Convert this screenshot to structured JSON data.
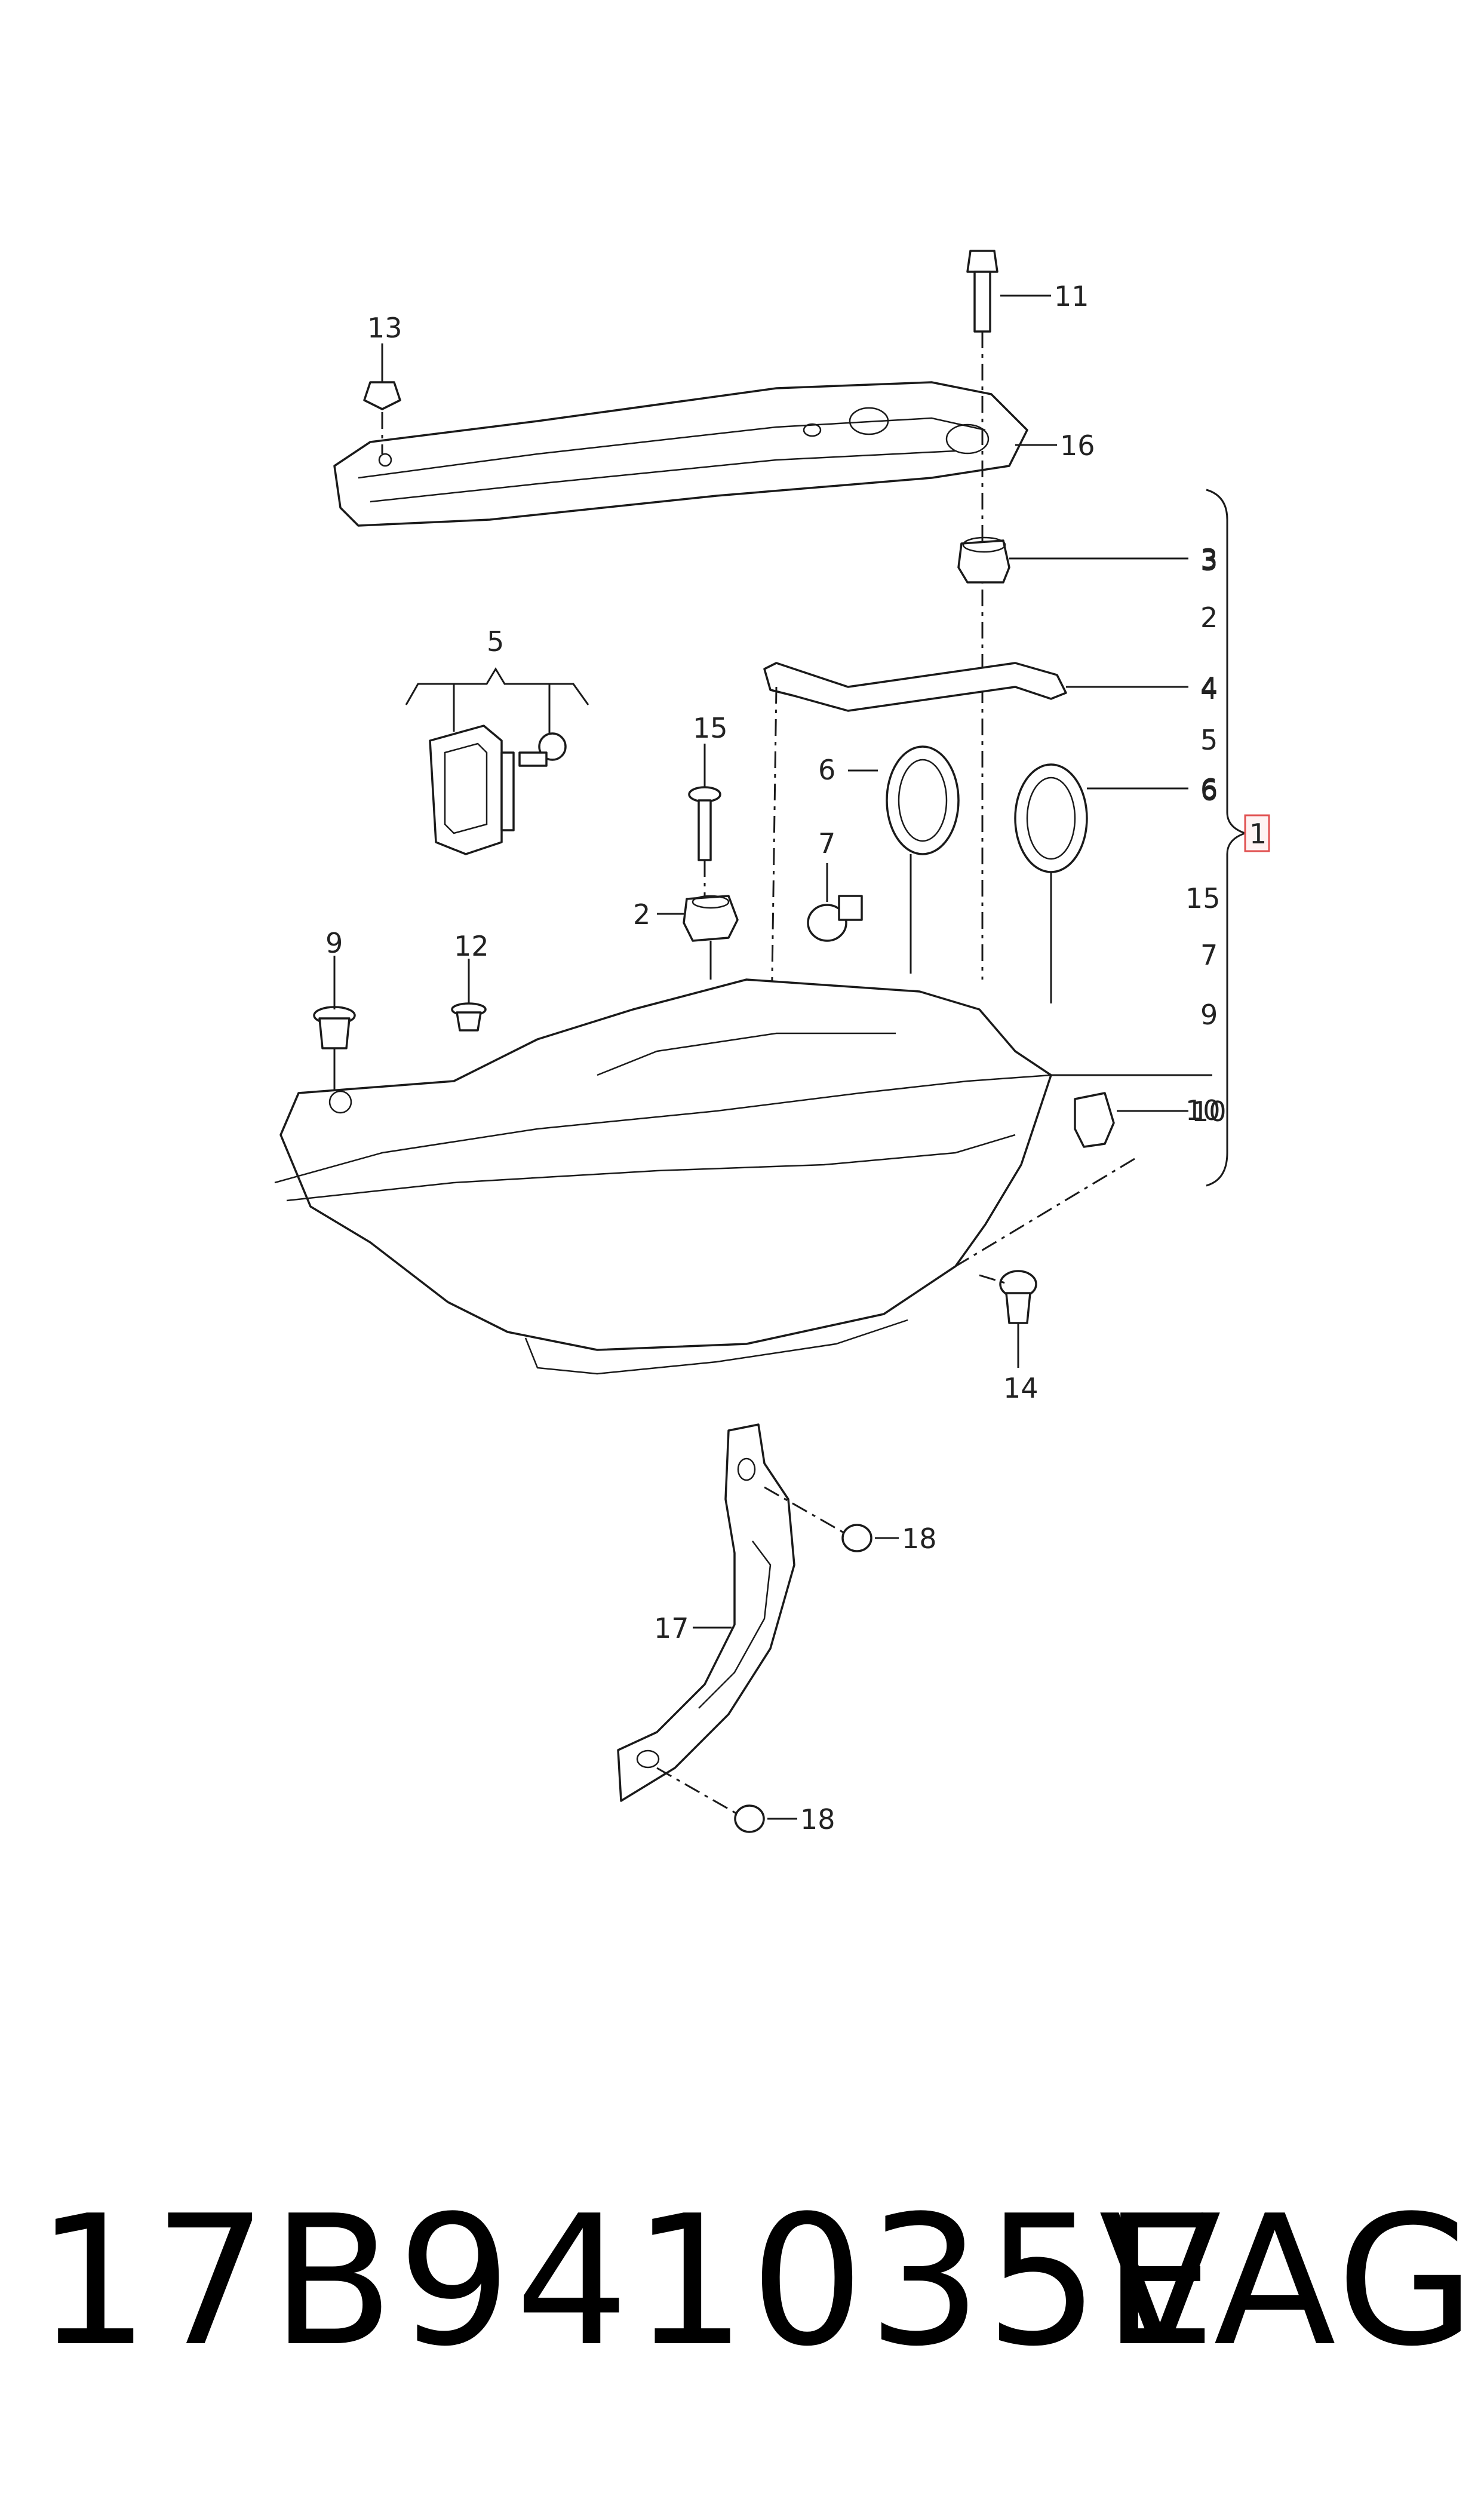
{
  "diagram": {
    "callouts": {
      "c1": "1",
      "c2": "2",
      "c3": "3",
      "c4": "4",
      "c5": "5",
      "c6": "6",
      "c7": "7",
      "c9": "9",
      "c10": "10",
      "c11": "11",
      "c12": "12",
      "c13": "13",
      "c14": "14",
      "c15": "15",
      "c16": "16",
      "c17": "17",
      "c18": "18"
    },
    "assembly_list": [
      "3",
      "2",
      "4",
      "5",
      "6",
      "15",
      "7",
      "9",
      "10"
    ]
  },
  "footer": {
    "part_number": "17B941035E",
    "brand": "VAG"
  }
}
